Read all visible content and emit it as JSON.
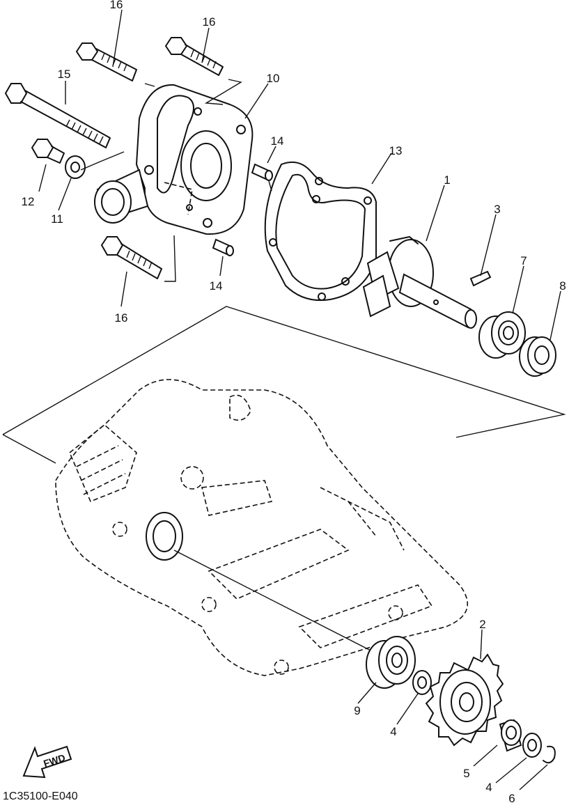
{
  "diagram_code": "1C35100-E040",
  "fwd_label": "FWD",
  "callouts": [
    {
      "id": "c16a",
      "label": "16"
    },
    {
      "id": "c16b",
      "label": "16"
    },
    {
      "id": "c10",
      "label": "10"
    },
    {
      "id": "c15",
      "label": "15"
    },
    {
      "id": "c14a",
      "label": "14"
    },
    {
      "id": "c13",
      "label": "13"
    },
    {
      "id": "c12",
      "label": "12"
    },
    {
      "id": "c11",
      "label": "11"
    },
    {
      "id": "c1",
      "label": "1"
    },
    {
      "id": "c3",
      "label": "3"
    },
    {
      "id": "c7",
      "label": "7"
    },
    {
      "id": "c8",
      "label": "8"
    },
    {
      "id": "c14b",
      "label": "14"
    },
    {
      "id": "c16c",
      "label": "16"
    },
    {
      "id": "c2",
      "label": "2"
    },
    {
      "id": "c9",
      "label": "9"
    },
    {
      "id": "c4a",
      "label": "4"
    },
    {
      "id": "c5",
      "label": "5"
    },
    {
      "id": "c4b",
      "label": "4"
    },
    {
      "id": "c6",
      "label": "6"
    }
  ]
}
